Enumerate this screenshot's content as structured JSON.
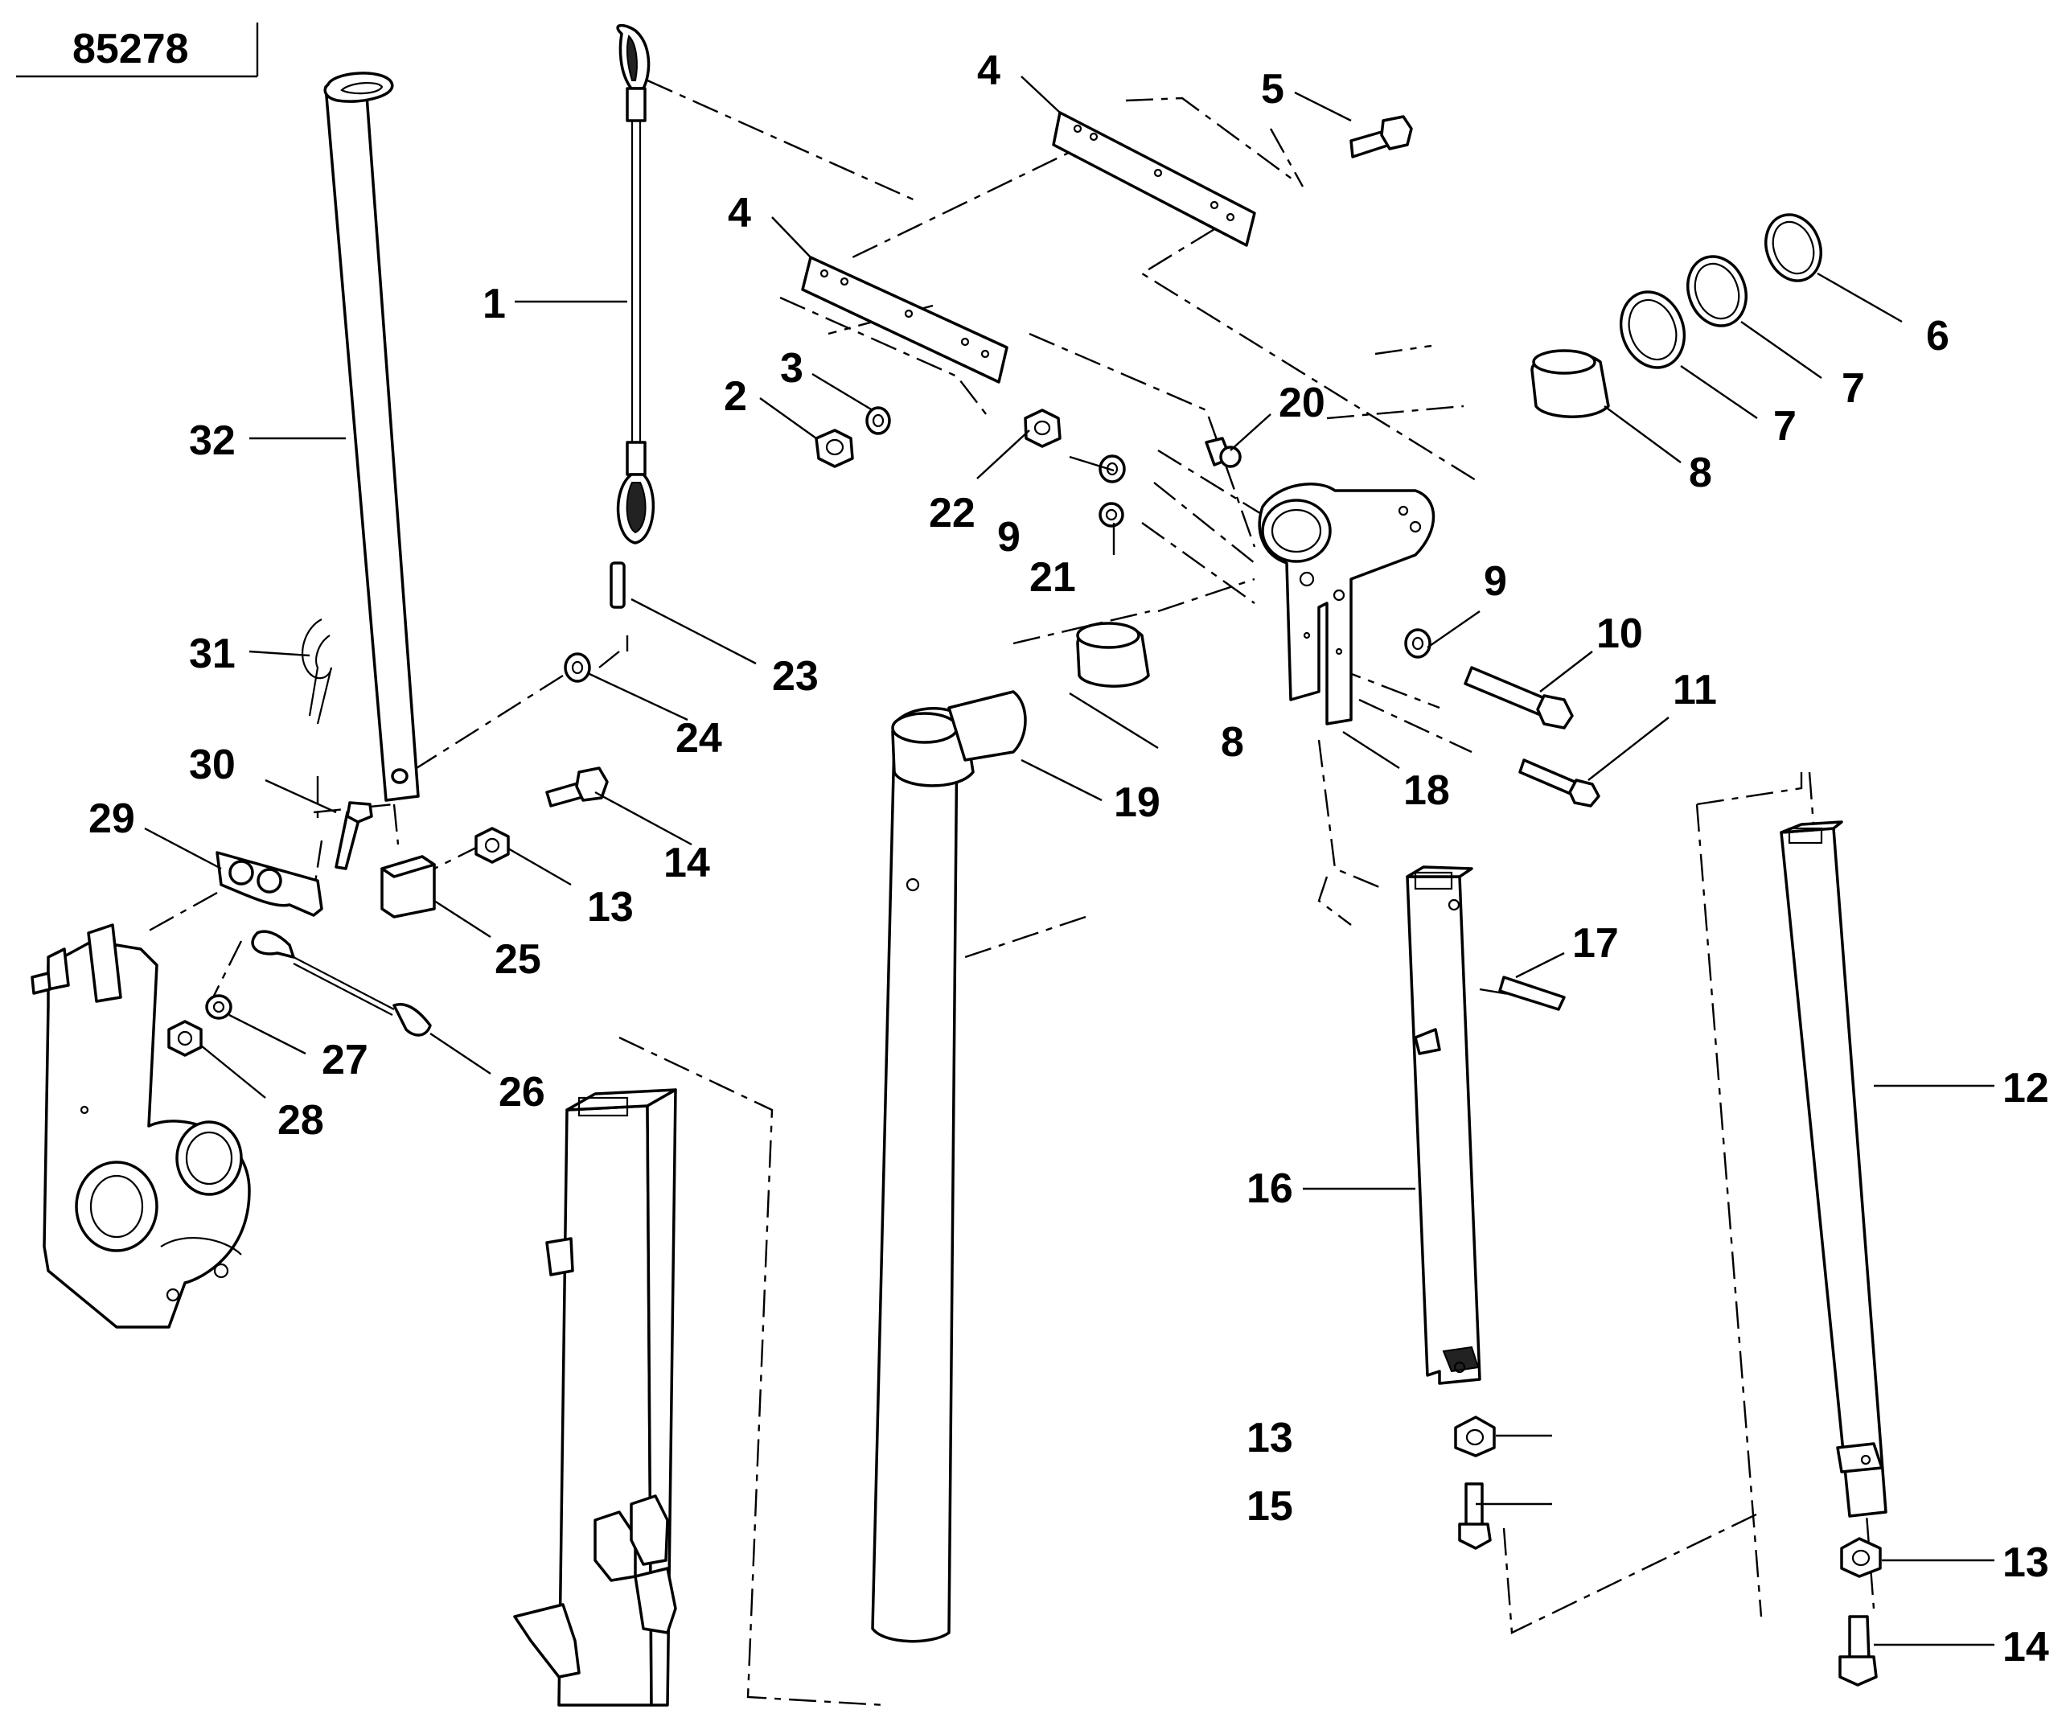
{
  "reference": "85278",
  "callouts": [
    {
      "id": "1",
      "text": "1"
    },
    {
      "id": "2",
      "text": "2"
    },
    {
      "id": "3",
      "text": "3"
    },
    {
      "id": "4a",
      "text": "4"
    },
    {
      "id": "4b",
      "text": "4"
    },
    {
      "id": "5",
      "text": "5"
    },
    {
      "id": "6",
      "text": "6"
    },
    {
      "id": "7a",
      "text": "7"
    },
    {
      "id": "7b",
      "text": "7"
    },
    {
      "id": "8a",
      "text": "8"
    },
    {
      "id": "8b",
      "text": "8"
    },
    {
      "id": "9a",
      "text": "9"
    },
    {
      "id": "9b",
      "text": "9"
    },
    {
      "id": "10",
      "text": "10"
    },
    {
      "id": "11",
      "text": "11"
    },
    {
      "id": "12",
      "text": "12"
    },
    {
      "id": "13a",
      "text": "13"
    },
    {
      "id": "13b",
      "text": "13"
    },
    {
      "id": "13c",
      "text": "13"
    },
    {
      "id": "14a",
      "text": "14"
    },
    {
      "id": "14b",
      "text": "14"
    },
    {
      "id": "15",
      "text": "15"
    },
    {
      "id": "16",
      "text": "16"
    },
    {
      "id": "17",
      "text": "17"
    },
    {
      "id": "18",
      "text": "18"
    },
    {
      "id": "19",
      "text": "19"
    },
    {
      "id": "20",
      "text": "20"
    },
    {
      "id": "21",
      "text": "21"
    },
    {
      "id": "22",
      "text": "22"
    },
    {
      "id": "23",
      "text": "23"
    },
    {
      "id": "24",
      "text": "24"
    },
    {
      "id": "25",
      "text": "25"
    },
    {
      "id": "26",
      "text": "26"
    },
    {
      "id": "27",
      "text": "27"
    },
    {
      "id": "28",
      "text": "28"
    },
    {
      "id": "29",
      "text": "29"
    },
    {
      "id": "30",
      "text": "30"
    },
    {
      "id": "31",
      "text": "31"
    },
    {
      "id": "32",
      "text": "32"
    }
  ]
}
